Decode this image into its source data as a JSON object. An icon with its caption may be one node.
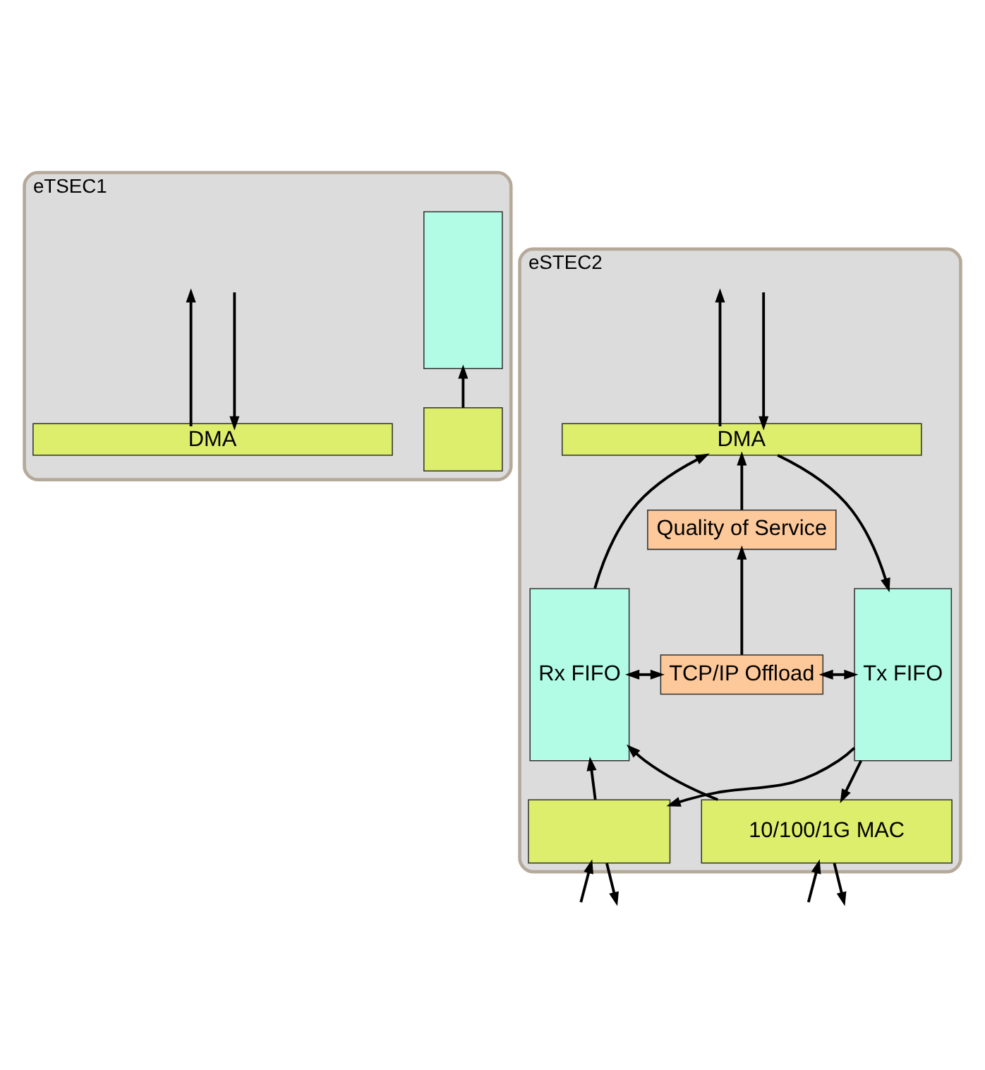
{
  "diagram": {
    "nodes": [
      {
        "text": [
          "eTSEC1"
        ]
      },
      {
        "text": [
          "DMA"
        ],
        "in": 0
      },
      {
        "text": [],
        "shape": "box",
        "in": 0
      },
      {
        "text": [],
        "shape": "box",
        "in": 0
      },
      {
        "text": [
          "eSTEC2"
        ]
      },
      {
        "text": [
          "DMA"
        ],
        "in": 4
      },
      {
        "text": [
          "Rx FIFO"
        ],
        "in": 4
      },
      {
        "text": [
          "Quality of Service"
        ],
        "in": 4
      },
      {
        "text": [
          "Tx FIFO"
        ],
        "in": 4
      },
      {
        "text": [
          "TCP/IP Offload"
        ],
        "in": 4
      },
      {
        "text": [],
        "shape": "box",
        "in": 4
      },
      {
        "text": [
          "10/100/1G MAC"
        ],
        "in": 4
      }
    ],
    "edges": [
      {
        "from": 1,
        "to": null,
        "arrow": "to"
      },
      {
        "from": null,
        "to": 1,
        "arrow": "to"
      },
      {
        "from": 3,
        "to": 2,
        "arrow": "to"
      },
      {
        "from": 5,
        "to": null,
        "arrow": "to"
      },
      {
        "from": null,
        "to": 5,
        "arrow": "to"
      },
      {
        "from": 6,
        "to": 5,
        "arrow": "to"
      },
      {
        "from": 7,
        "to": 5,
        "arrow": "to"
      },
      {
        "from": 5,
        "to": 8,
        "arrow": "to"
      },
      {
        "from": 9,
        "to": 7,
        "arrow": "to"
      },
      {
        "from": 6,
        "to": 9,
        "arrow": "both"
      },
      {
        "from": 9,
        "to": 8,
        "arrow": "both"
      },
      {
        "from": 10,
        "to": 6,
        "arrow": "to"
      },
      {
        "from": 11,
        "to": 6,
        "arrow": "to"
      },
      {
        "from": 8,
        "to": 10,
        "arrow": "to"
      },
      {
        "from": 8,
        "to": 11,
        "arrow": "to"
      },
      {
        "from": null,
        "to": 10,
        "arrow": "to"
      },
      {
        "from": 10,
        "to": null,
        "arrow": "to"
      },
      {
        "from": null,
        "to": 11,
        "arrow": "to"
      },
      {
        "from": 11,
        "to": null,
        "arrow": "to"
      }
    ]
  }
}
